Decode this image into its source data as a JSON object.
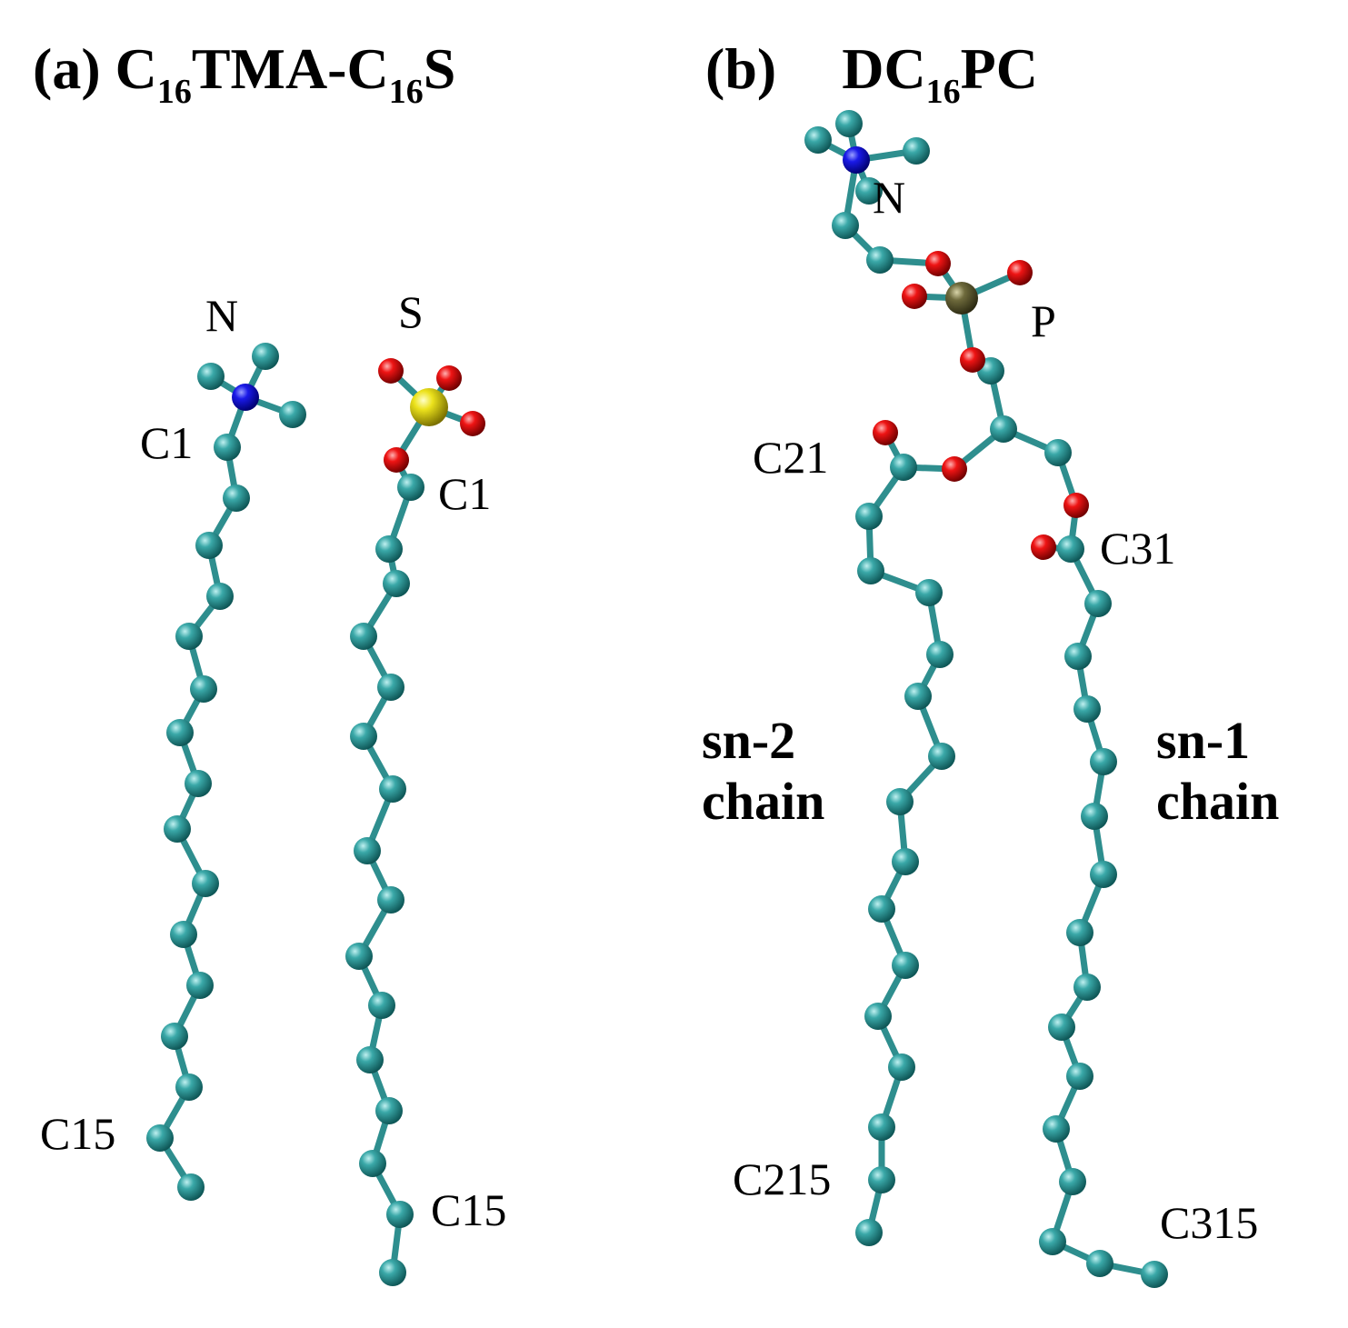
{
  "panel_a": {
    "title_prefix": "(a) C",
    "title_sub1": "16",
    "title_mid": "TMA-C",
    "title_sub2": "16",
    "title_suffix": "S",
    "labels": {
      "cation_head": "N",
      "anion_head": "S",
      "cation_c1": "C1",
      "anion_c1": "C1",
      "cation_c15": "C15",
      "anion_c15": "C15"
    }
  },
  "panel_b": {
    "title_prefix": "(b)",
    "title_main": "DC",
    "title_sub": "16",
    "title_suffix": "PC",
    "labels": {
      "nitrogen": "N",
      "phosphorus": "P",
      "c21": "C21",
      "c31": "C31",
      "c215": "C215",
      "c315": "C315"
    },
    "sn2": {
      "line1": "sn-2",
      "line2": "chain"
    },
    "sn1": {
      "line1": "sn-1",
      "line2": "chain"
    }
  },
  "colors": {
    "carbon": "#2e9a9a",
    "nitrogen": "#1010e0",
    "oxygen": "#e81010",
    "sulfur": "#e8e020",
    "phosphorus": "#6e6a3c",
    "bond": "#2e8e8e"
  }
}
